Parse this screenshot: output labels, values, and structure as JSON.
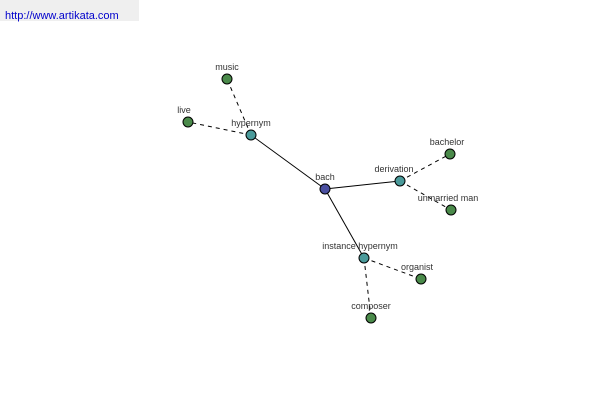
{
  "header": {
    "url_text": "http://www.artikata.com"
  },
  "colors": {
    "root": "#4a4fa0",
    "relation": "#4a9a9a",
    "leaf": "#4a8a4a",
    "url_bar_bg": "#efefef",
    "url_text": "#0000cc"
  },
  "graph": {
    "nodes": [
      {
        "id": "bach",
        "label": "bach",
        "kind": "root"
      },
      {
        "id": "hypernym",
        "label": "hypernym",
        "kind": "relation"
      },
      {
        "id": "derivation",
        "label": "derivation",
        "kind": "relation"
      },
      {
        "id": "instance_hypernym",
        "label": "instance hypernym",
        "kind": "relation"
      },
      {
        "id": "music",
        "label": "music",
        "kind": "leaf"
      },
      {
        "id": "live",
        "label": "live",
        "kind": "leaf"
      },
      {
        "id": "bachelor",
        "label": "bachelor",
        "kind": "leaf"
      },
      {
        "id": "unmarried_man",
        "label": "unmarried man",
        "kind": "leaf"
      },
      {
        "id": "organist",
        "label": "organist",
        "kind": "leaf"
      },
      {
        "id": "composer",
        "label": "composer",
        "kind": "leaf"
      }
    ],
    "edges": [
      {
        "from": "bach",
        "to": "hypernym",
        "style": "solid"
      },
      {
        "from": "bach",
        "to": "derivation",
        "style": "solid"
      },
      {
        "from": "bach",
        "to": "instance_hypernym",
        "style": "solid"
      },
      {
        "from": "hypernym",
        "to": "music",
        "style": "dashed"
      },
      {
        "from": "hypernym",
        "to": "live",
        "style": "dashed"
      },
      {
        "from": "derivation",
        "to": "bachelor",
        "style": "dashed"
      },
      {
        "from": "derivation",
        "to": "unmarried_man",
        "style": "dashed"
      },
      {
        "from": "instance_hypernym",
        "to": "organist",
        "style": "dashed"
      },
      {
        "from": "instance_hypernym",
        "to": "composer",
        "style": "dashed"
      }
    ]
  }
}
